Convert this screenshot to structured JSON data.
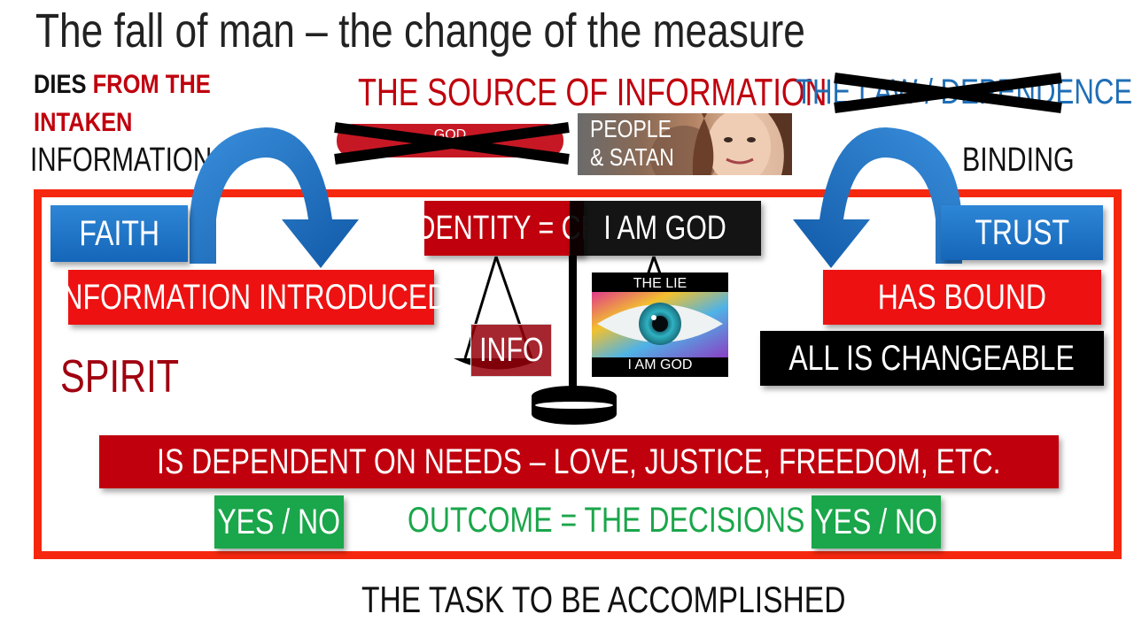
{
  "title": "The fall of man – the change of the measure",
  "dies": {
    "part1": "DIES ",
    "part2": "FROM THE",
    "part3": "INTAKEN"
  },
  "left_label": "INFORMATION",
  "source_title": "THE SOURCE OF INFORMATION",
  "law_dependence": "THE LAW / DEPENDENCE",
  "right_label": "BINDING",
  "god_pill": "GOD",
  "people": {
    "line1": "PEOPLE",
    "line2": "& SATAN"
  },
  "boxes": {
    "faith": "FAITH",
    "trust": "TRUST",
    "identity": "IDENTITY = CR",
    "i_am_god": "I AM GOD",
    "introduced": "INFORMATION INTRODUCED",
    "has_bound": "HAS BOUND",
    "all_changeable": "ALL IS CHANGEABLE",
    "info": "INFO",
    "needs": "IS DEPENDENT ON NEEDS – LOVE, JUSTICE, FREEDOM, ETC.",
    "yes_no_left": "YES / NO",
    "yes_no_right": "YES / NO",
    "outcome": "OUTCOME = THE DECISIONS"
  },
  "eye_image": {
    "top": "THE LIE",
    "bottom": "I AM GOD"
  },
  "spirit": "SPIRIT",
  "task": "THE TASK TO BE ACCOMPLISHED",
  "colors": {
    "frame": "#f5280f",
    "red": "#ee1111",
    "dark_red": "#c0000d",
    "blue": "#1f6eb5",
    "green": "#1aa64a"
  }
}
